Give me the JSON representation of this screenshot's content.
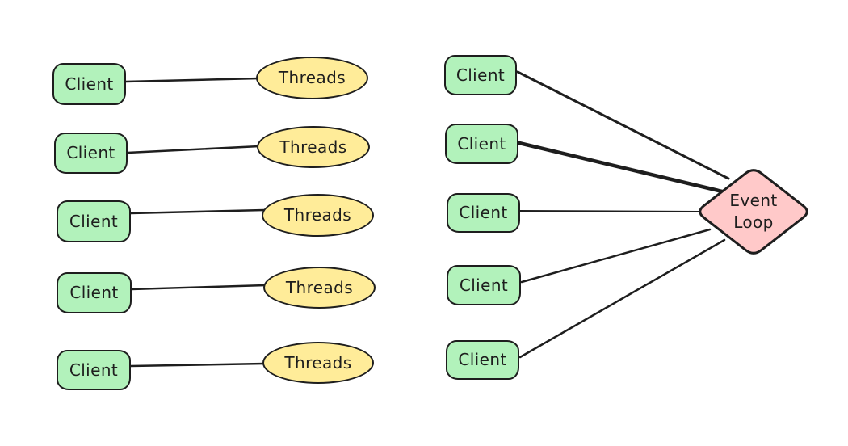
{
  "palette": {
    "stroke": "#1e1e1e",
    "green": "#b2f2bb",
    "yellow": "#ffec99",
    "pink": "#ffc9c9"
  },
  "diagram": {
    "thread_model": {
      "clients": [
        {
          "label": "Client"
        },
        {
          "label": "Client"
        },
        {
          "label": "Client"
        },
        {
          "label": "Client"
        },
        {
          "label": "Client"
        }
      ],
      "threads": [
        {
          "label": "Threads"
        },
        {
          "label": "Threads"
        },
        {
          "label": "Threads"
        },
        {
          "label": "Threads"
        },
        {
          "label": "Threads"
        }
      ]
    },
    "event_loop_model": {
      "clients": [
        {
          "label": "Client"
        },
        {
          "label": "Client"
        },
        {
          "label": "Client"
        },
        {
          "label": "Client"
        },
        {
          "label": "Client"
        }
      ],
      "event_loop": {
        "label_line1": "Event",
        "label_line2": "Loop"
      }
    }
  }
}
